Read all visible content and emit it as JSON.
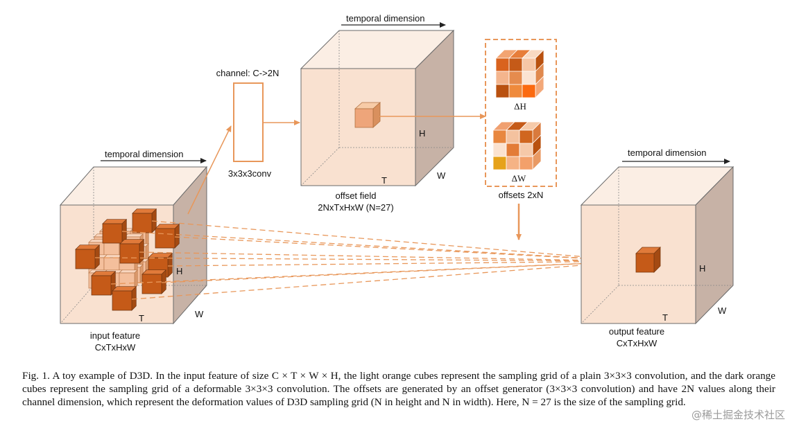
{
  "input_cube": {
    "top_label": "temporal dimension",
    "h_label": "H",
    "t_label": "T",
    "w_label": "W",
    "name": "input feature",
    "shape": "CxTxHxW"
  },
  "conv": {
    "channel_label": "channel: C->2N",
    "name": "3x3x3conv"
  },
  "offset_cube": {
    "top_label": "temporal dimension",
    "h_label": "H",
    "t_label": "T",
    "w_label": "W",
    "name": "offset field",
    "shape": "2NxTxHxW  (N=27)"
  },
  "offsets": {
    "dh_label": "ΔH",
    "dw_label": "ΔW",
    "name": "offsets 2xN"
  },
  "output_cube": {
    "top_label": "temporal dimension",
    "h_label": "H",
    "t_label": "T",
    "w_label": "W",
    "name": "output feature",
    "shape": "CxTxHxW"
  },
  "colors": {
    "accent": "#e8975a",
    "dark_orange": "#c55a18",
    "light_orange": "#f2b48c",
    "face": "#f9e1d0"
  },
  "caption": "Fig. 1.   A toy example of D3D. In the input feature of size C × T × W × H, the light orange cubes represent the sampling grid of a plain 3×3×3 convolution, and the dark orange cubes represent the sampling grid of a deformable 3×3×3 convolution. The offsets are generated by an offset generator (3×3×3 convolution) and have 2N values along their channel dimension, which represent the deformation values of D3D sampling grid (N in height and N in width). Here, N = 27 is the size of the sampling grid.",
  "watermark": "@稀土掘金技术社区"
}
